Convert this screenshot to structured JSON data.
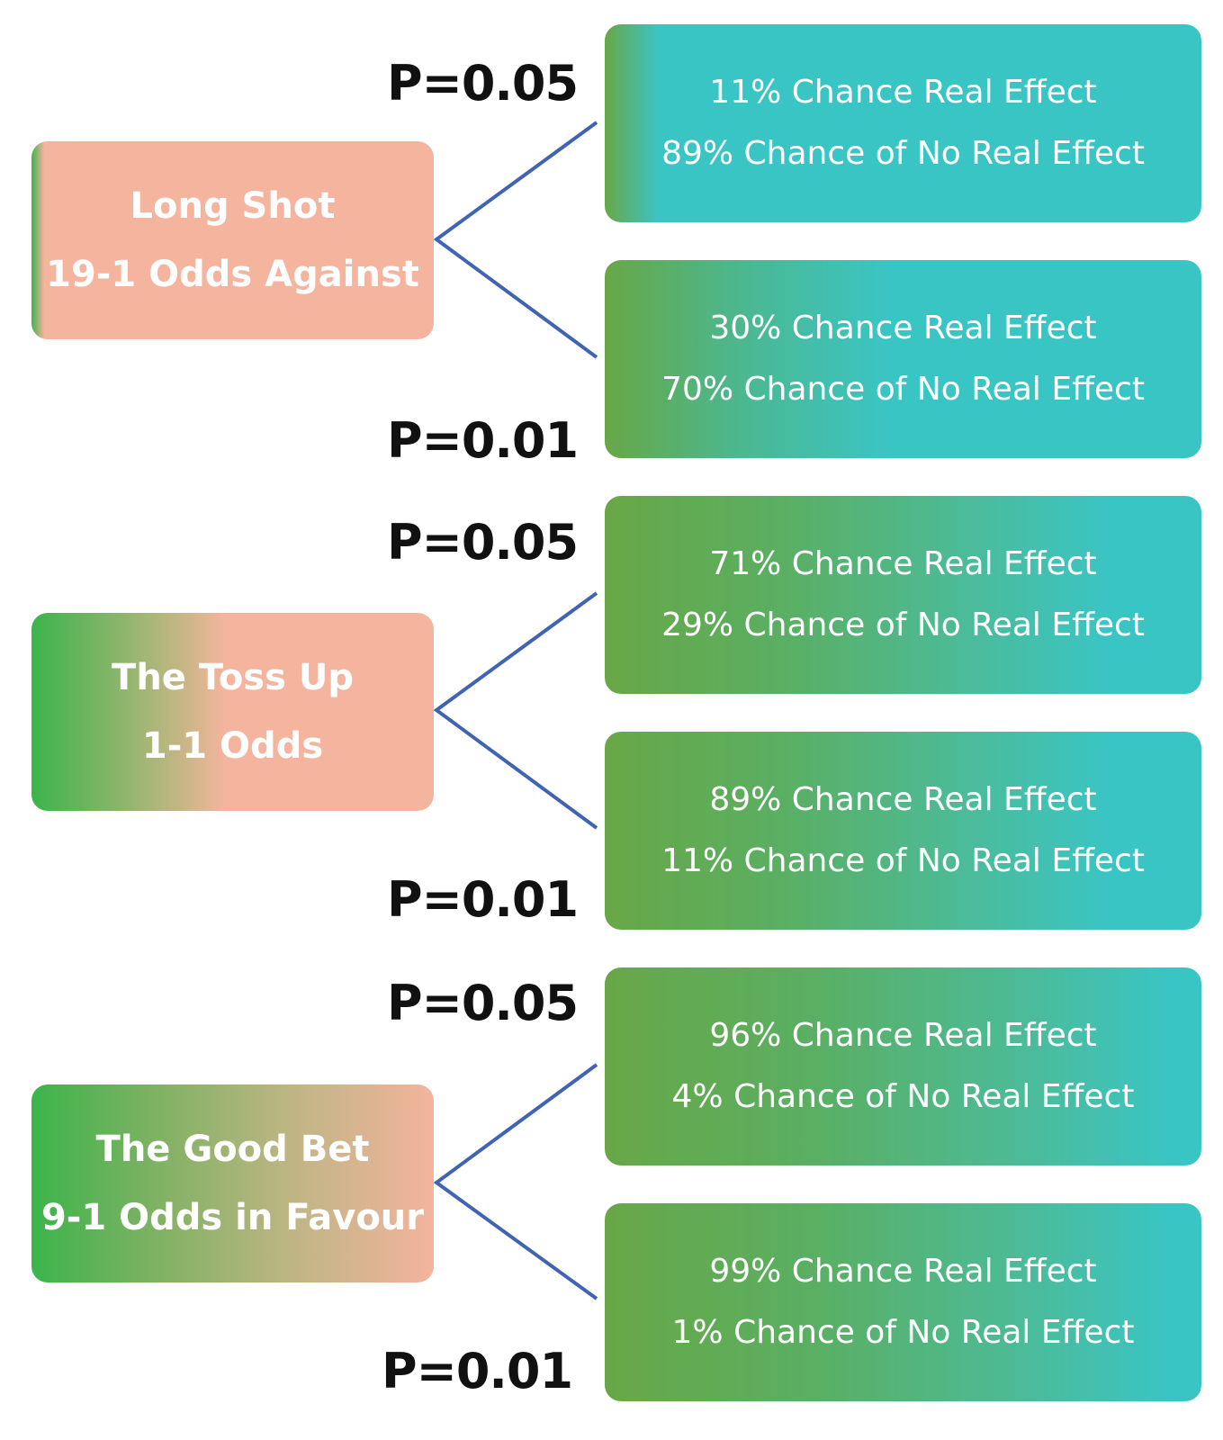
{
  "colors": {
    "connector": "#4063b4",
    "green": "#3cb44b",
    "salmon": "#f4b49e",
    "teal": "#3ac5c5",
    "olive_green": "#68a747"
  },
  "groups": [
    {
      "prior": {
        "title": "Long Shot",
        "odds": "19-1 Odds Against"
      },
      "outcomes": [
        {
          "p_label": "P=0.05",
          "real": "11% Chance Real Effect",
          "no_real": "89% Chance of No Real Effect"
        },
        {
          "p_label": "P=0.01",
          "real": "30% Chance Real Effect",
          "no_real": "70% Chance of No Real Effect"
        }
      ]
    },
    {
      "prior": {
        "title": "The Toss Up",
        "odds": "1-1 Odds"
      },
      "outcomes": [
        {
          "p_label": "P=0.05",
          "real": "71% Chance Real Effect",
          "no_real": "29% Chance of No Real Effect"
        },
        {
          "p_label": "P=0.01",
          "real": "89% Chance Real Effect",
          "no_real": "11% Chance of No Real Effect"
        }
      ]
    },
    {
      "prior": {
        "title": "The Good Bet",
        "odds": "9-1 Odds in Favour"
      },
      "outcomes": [
        {
          "p_label": "P=0.05",
          "real": "96% Chance Real Effect",
          "no_real": "4% Chance of No Real Effect"
        },
        {
          "p_label": "P=0.01",
          "real": "99% Chance Real Effect",
          "no_real": "1% Chance of No Real Effect"
        }
      ]
    }
  ]
}
